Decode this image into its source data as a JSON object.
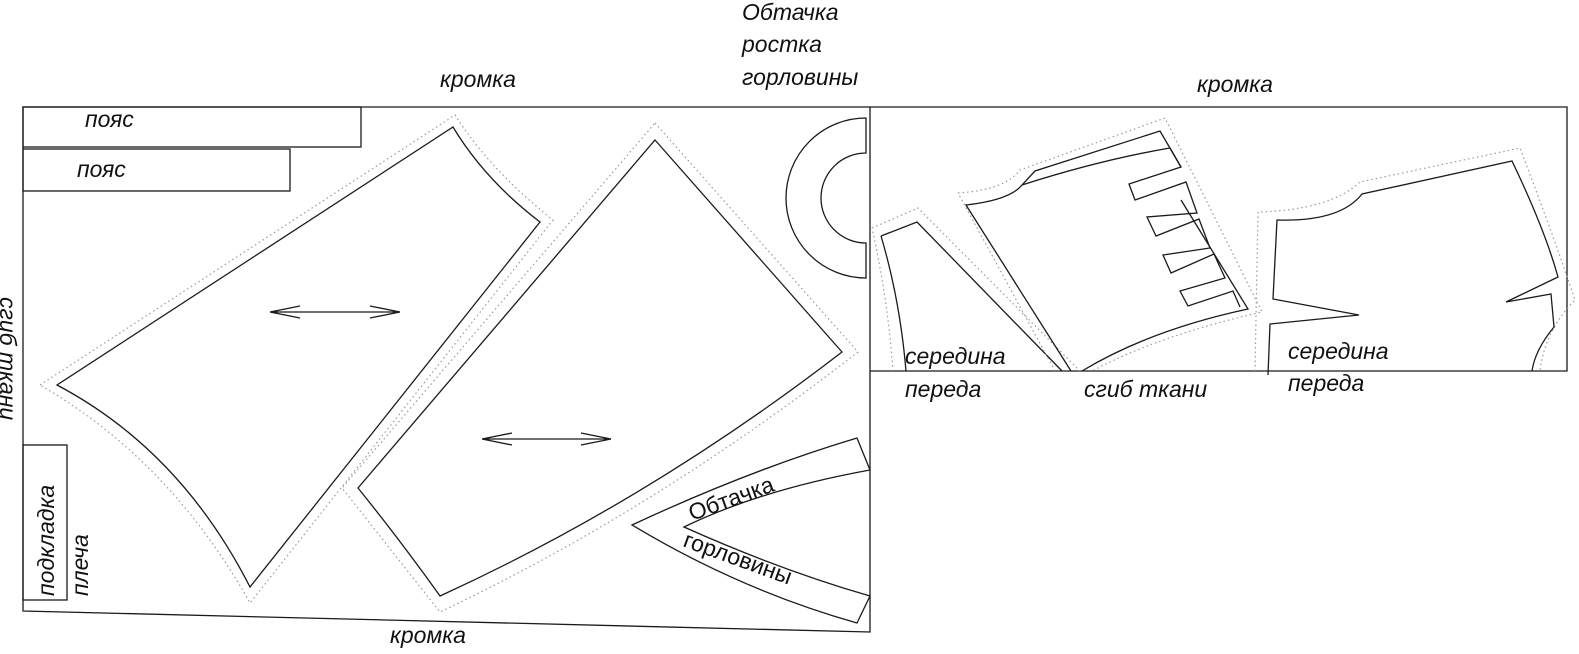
{
  "labels": {
    "selvedge_top_left": "кромка",
    "selvedge_top_right": "кромка",
    "selvedge_bottom": "кромка",
    "neck_facing_title": [
      "Обтачка",
      "ростка",
      "горловины"
    ],
    "belt_1": "пояс",
    "belt_2": "пояс",
    "fold_left": "сгиб ткани",
    "shoulder_lining": [
      "подкладка",
      "плеча"
    ],
    "neck_facing_band": [
      "Обтачка",
      "горловины"
    ],
    "front_center_1": [
      "середина",
      "переда"
    ],
    "fold_right": "сгиб ткани",
    "front_center_2": [
      "середина",
      "переда"
    ]
  }
}
